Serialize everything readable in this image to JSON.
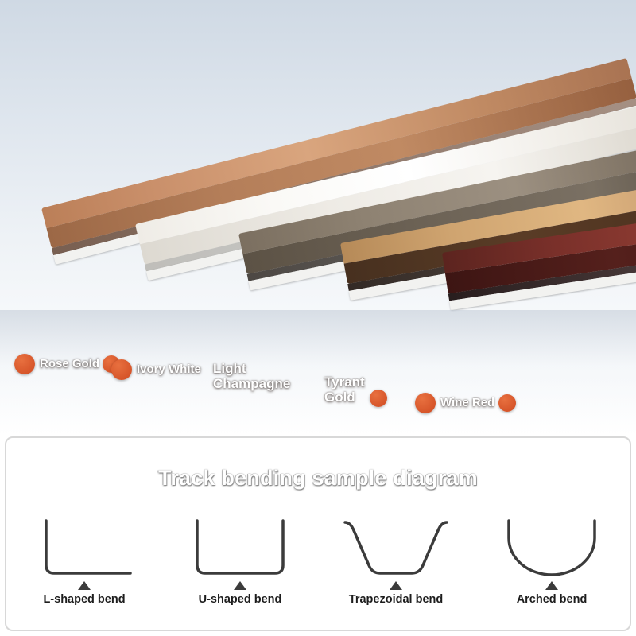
{
  "photo": {
    "description": "Five aluminium curtain track rails shown in perspective on a light gradient background",
    "background_top_color": "#cfd9e4",
    "background_bottom_color": "#ffffff",
    "rails": [
      {
        "name": "Rose Gold",
        "swatch": "#d4542a",
        "body_top": "#c98a63",
        "body_front": "#a9apply",
        "label_color": "#ffffff"
      },
      {
        "name": "Ivory White",
        "swatch": "#d4542a",
        "body_top": "#f4f2ee",
        "body_front": "#e2ded6",
        "label_color": "#ffffff"
      },
      {
        "name": "Light\nChampagne",
        "swatch": "#d4542a",
        "body_top": "#8e8272",
        "body_front": "#6e6457",
        "label_color": "#ffffff"
      },
      {
        "name": "Tyrant\nGold",
        "swatch": "#d4542a",
        "body_top": "#c79a63",
        "body_front": "#3a2418",
        "label_color": "#ffffff"
      },
      {
        "name": "Wine Red",
        "swatch": "#d4542a",
        "body_top": "#6e2b26",
        "body_front": "#4a1c1a",
        "label_color": "#ffffff"
      }
    ]
  },
  "bending": {
    "title": "Track bending sample diagram",
    "shapes": [
      {
        "label": "L-shaped bend",
        "icon": "l-bend-icon"
      },
      {
        "label": "U-shaped bend",
        "icon": "u-bend-icon"
      },
      {
        "label": "Trapezoidal bend",
        "icon": "trapezoid-bend-icon"
      },
      {
        "label": "Arched bend",
        "icon": "arch-bend-icon"
      }
    ]
  }
}
